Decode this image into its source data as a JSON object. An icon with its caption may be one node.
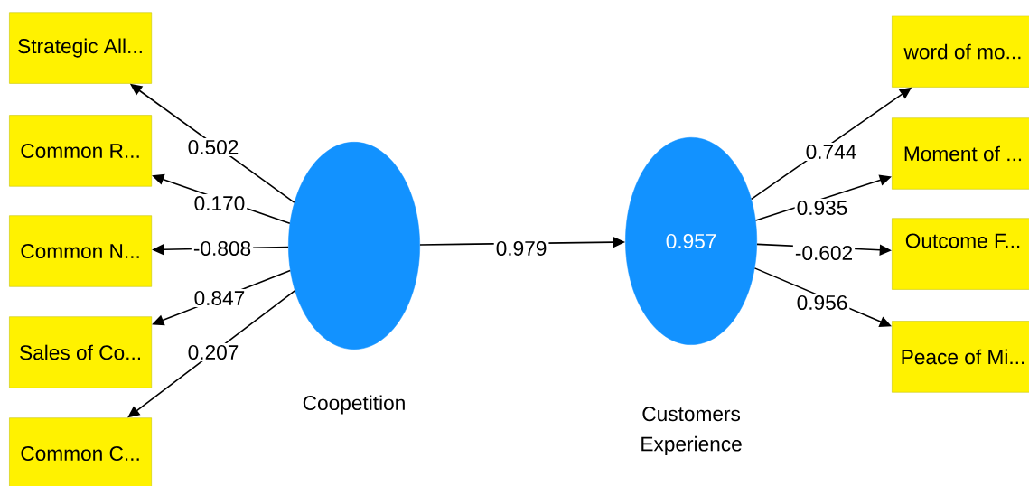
{
  "diagram": {
    "nodes": [
      {
        "text": [
          "Strategic All..."
        ]
      },
      {
        "text": [
          "Common R..."
        ]
      },
      {
        "text": [
          "Common N..."
        ]
      },
      {
        "text": [
          "Sales of Co..."
        ]
      },
      {
        "text": [
          "Common C..."
        ]
      },
      {
        "text": [],
        "shape": "circle",
        "beside": [
          "Coopetition"
        ]
      },
      {
        "text": [
          "0.957"
        ],
        "beside": [
          "Customers Experience"
        ]
      },
      {
        "text": [
          "word of mo..."
        ]
      },
      {
        "text": [
          "Moment of ..."
        ]
      },
      {
        "text": [
          "Outcome F..."
        ]
      },
      {
        "text": [
          "Peace of Mi..."
        ]
      }
    ],
    "edges": [
      {
        "from": 5,
        "to": 0,
        "arrow": "to",
        "label": "0.502"
      },
      {
        "from": 5,
        "to": 1,
        "arrow": "to",
        "label": "0.170"
      },
      {
        "from": 5,
        "to": 2,
        "arrow": "to",
        "label": "-0.808"
      },
      {
        "from": 5,
        "to": 3,
        "arrow": "to",
        "label": "0.847"
      },
      {
        "from": 5,
        "to": 4,
        "arrow": "to",
        "label": "0.207"
      },
      {
        "from": 5,
        "to": 6,
        "arrow": "to",
        "label": "0.979"
      },
      {
        "from": 6,
        "to": 7,
        "arrow": "to",
        "label": "0.744"
      },
      {
        "from": 6,
        "to": 8,
        "arrow": "to",
        "label": "0.935"
      },
      {
        "from": 6,
        "to": 9,
        "arrow": "to",
        "label": "-0.602"
      },
      {
        "from": 6,
        "to": 10,
        "arrow": "to",
        "label": "0.956"
      }
    ]
  }
}
